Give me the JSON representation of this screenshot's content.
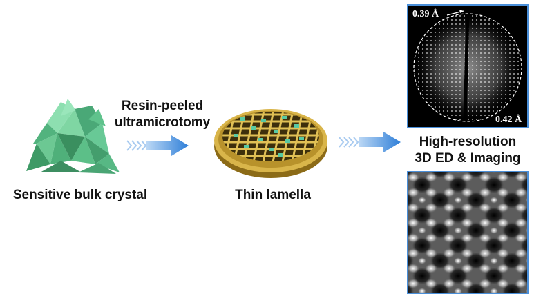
{
  "labels": {
    "bulk_crystal": "Sensitive bulk crystal",
    "method_line1": "Resin-peeled",
    "method_line2": "ultramicrotomy",
    "thin_lamella": "Thin lamella",
    "result_line1": "High-resolution",
    "result_line2": "3D ED & Imaging"
  },
  "diffraction": {
    "res_top": "0.39 Å",
    "res_bottom": "0.42 Å"
  },
  "colors": {
    "crystal": "#4fb07a",
    "arrow": "#2f7fd8",
    "grid": "#c9a53a",
    "panel_border": "#4a8fd9",
    "lamella": "#58c9a2"
  }
}
